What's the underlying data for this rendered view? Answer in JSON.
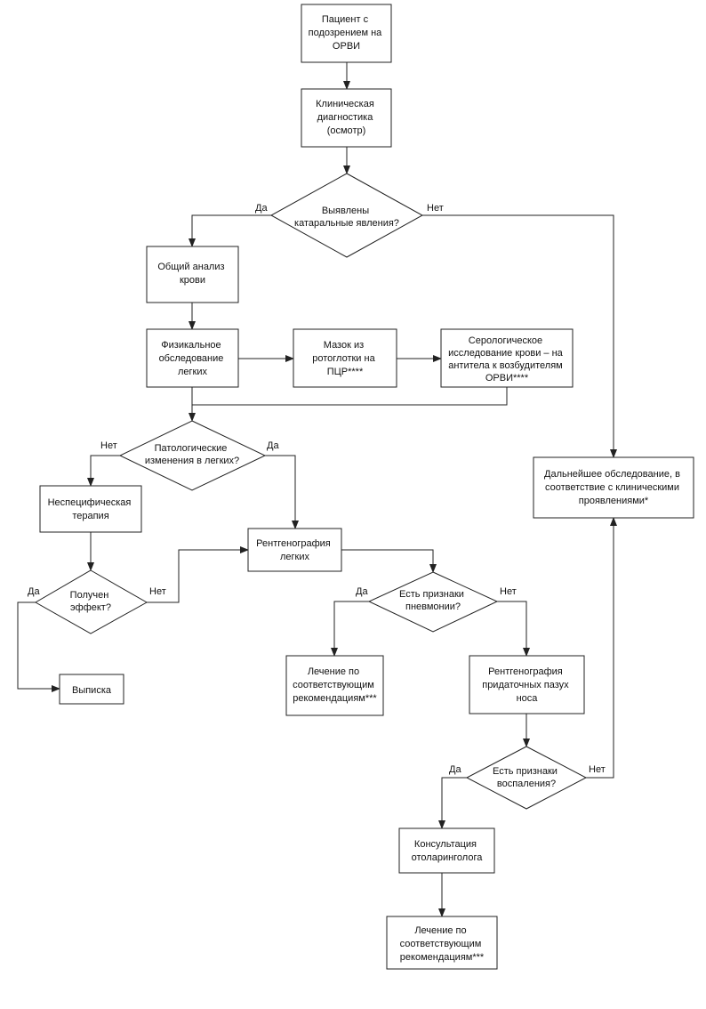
{
  "nodes": {
    "n1": [
      "Пациент с",
      "подозрением на",
      "ОРВИ"
    ],
    "n2": [
      "Клиническая",
      "диагностика",
      "(осмотр)"
    ],
    "d1": [
      "Выявлены",
      "катаральные явления?"
    ],
    "n3": [
      "Общий анализ",
      "крови"
    ],
    "n4": [
      "Физикальное",
      "обследование",
      "легких"
    ],
    "n5": [
      "Мазок из",
      "ротоглотки на",
      "ПЦР****"
    ],
    "n6": [
      "Серологическое",
      "исследование крови – на",
      "антитела к возбудителям",
      "ОРВИ****"
    ],
    "n7": [
      "Дальнейшее обследование, в",
      "соответствие с клиническими",
      "проявлениями*"
    ],
    "d2": [
      "Патологические",
      "изменения в легких?"
    ],
    "n8": [
      "Неспецифическая",
      "терапия"
    ],
    "n9": [
      "Рентгенография",
      "легких"
    ],
    "d3": [
      "Получен",
      "эффект?"
    ],
    "d4": [
      "Есть признаки",
      "пневмонии?"
    ],
    "n10": [
      "Выписка"
    ],
    "n11": [
      "Лечение по",
      "соответствующим",
      "рекомендациям***"
    ],
    "n12": [
      "Рентгенография",
      "придаточных пазух",
      "носа"
    ],
    "d5": [
      "Есть признаки",
      "воспаления?"
    ],
    "n13": [
      "Консультация",
      "отоларинголога"
    ],
    "n14": [
      "Лечение по",
      "соответствующим",
      "рекомендациям***"
    ]
  },
  "branch_labels": {
    "yes": "Да",
    "no": "Нет"
  }
}
